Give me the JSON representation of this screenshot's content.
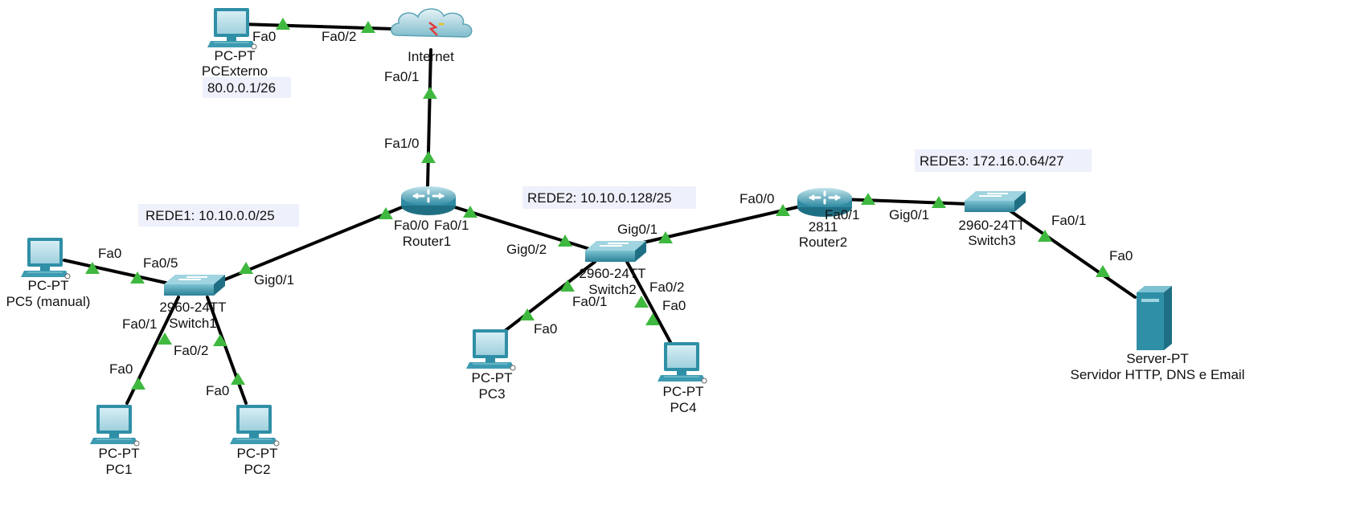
{
  "notes": {
    "rede1": "REDE1: 10.10.0.0/25",
    "rede2": "REDE2: 10.10.0.128/25",
    "rede3": "REDE3: 172.16.0.64/27",
    "pcexterno_ip": "80.0.0.1/26"
  },
  "devices": {
    "pcexterno": {
      "type": "PC-PT",
      "name": "PCExterno",
      "icon": "pc-icon"
    },
    "internet": {
      "type": "",
      "name": "Internet",
      "icon": "cloud-icon"
    },
    "router1": {
      "type": "",
      "name": "Router1",
      "icon": "router-icon"
    },
    "router2": {
      "type": "2811",
      "name": "Router2",
      "icon": "router-icon"
    },
    "switch1": {
      "type": "2960-24TT",
      "name": "Switch1",
      "icon": "switch-icon"
    },
    "switch2": {
      "type": "2960-24TT",
      "name": "Switch2",
      "icon": "switch-icon"
    },
    "switch3": {
      "type": "2960-24TT",
      "name": "Switch3",
      "icon": "switch-icon"
    },
    "pc5": {
      "type": "PC-PT",
      "name": "PC5 (manual)",
      "icon": "pc-icon"
    },
    "pc1": {
      "type": "PC-PT",
      "name": "PC1",
      "icon": "pc-icon"
    },
    "pc2": {
      "type": "PC-PT",
      "name": "PC2",
      "icon": "pc-icon"
    },
    "pc3": {
      "type": "PC-PT",
      "name": "PC3",
      "icon": "pc-icon"
    },
    "pc4": {
      "type": "PC-PT",
      "name": "PC4",
      "icon": "pc-icon"
    },
    "server": {
      "type": "Server-PT",
      "name": "Servidor HTTP, DNS e Email",
      "icon": "server-icon"
    }
  },
  "ports": {
    "pcext_fa0": "Fa0",
    "inet_fa02": "Fa0/2",
    "inet_fa01": "Fa0/1",
    "r1_fa10": "Fa1/0",
    "r1_fa00": "Fa0/0",
    "r1_fa01": "Fa0/1",
    "sw1_gig01": "Gig0/1",
    "sw1_fa05": "Fa0/5",
    "pc5_fa0": "Fa0",
    "sw1_fa01": "Fa0/1",
    "sw1_fa02": "Fa0/2",
    "pc1_fa0": "Fa0",
    "pc2_fa0": "Fa0",
    "sw2_gig02": "Gig0/2",
    "sw2_gig01": "Gig0/1",
    "sw2_fa01": "Fa0/1",
    "sw2_fa02": "Fa0/2",
    "pc3_fa0": "Fa0",
    "pc4_fa0": "Fa0",
    "r2_fa00": "Fa0/0",
    "r2_fa01": "Fa0/1",
    "sw3_gig01": "Gig0/1",
    "sw3_fa01": "Fa0/1",
    "server_fa0": "Fa0"
  },
  "colors": {
    "link": "#000000",
    "port_indicator": "#3fb83f",
    "device_teal": "#2f8fa6",
    "note_background": "#eef0fb"
  }
}
